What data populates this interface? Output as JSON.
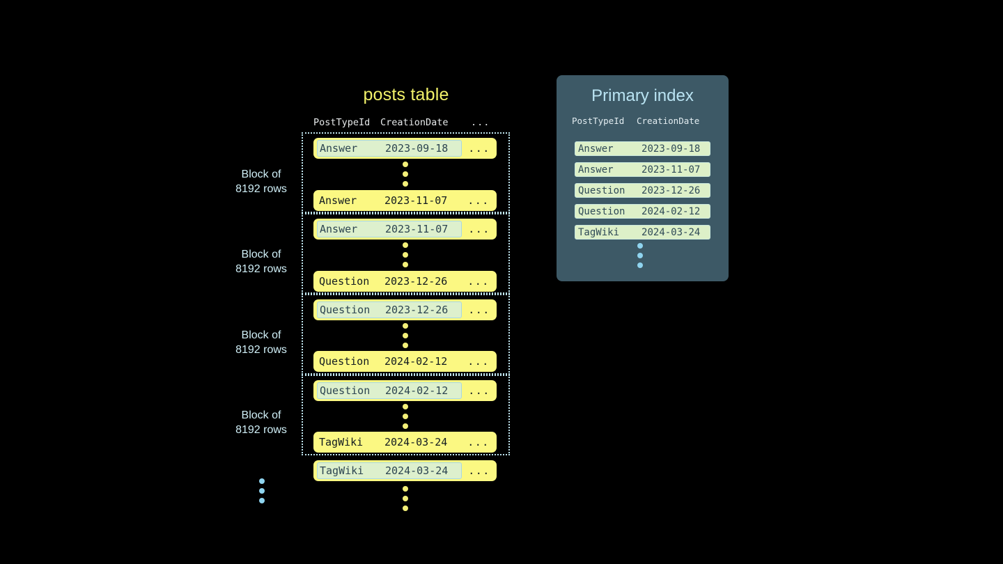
{
  "canvas": {
    "background": "#000000"
  },
  "posts_table": {
    "title": "posts table",
    "columns": {
      "type": "PostTypeId",
      "date": "CreationDate",
      "rest": "..."
    },
    "row_rest": "...",
    "block_label_line1": "Block of",
    "block_label_line2": "8192 rows",
    "blocks": [
      {
        "label": "Block of 8192 rows",
        "first_row": {
          "type": "Answer",
          "date": "2023-09-18",
          "rest": "...",
          "highlighted": true
        },
        "last_row": {
          "type": "Answer",
          "date": "2023-11-07",
          "rest": "...",
          "highlighted": false
        }
      },
      {
        "label": "Block of 8192 rows",
        "first_row": {
          "type": "Answer",
          "date": "2023-11-07",
          "rest": "...",
          "highlighted": true
        },
        "last_row": {
          "type": "Question",
          "date": "2023-12-26",
          "rest": "...",
          "highlighted": false
        }
      },
      {
        "label": "Block of 8192 rows",
        "first_row": {
          "type": "Question",
          "date": "2023-12-26",
          "rest": "...",
          "highlighted": true
        },
        "last_row": {
          "type": "Question",
          "date": "2024-02-12",
          "rest": "...",
          "highlighted": false
        }
      },
      {
        "label": "Block of 8192 rows",
        "first_row": {
          "type": "Question",
          "date": "2024-02-12",
          "rest": "...",
          "highlighted": true
        },
        "last_row": {
          "type": "TagWiki",
          "date": "2024-03-24",
          "rest": "...",
          "highlighted": false
        }
      }
    ],
    "trailing_row": {
      "type": "TagWiki",
      "date": "2024-03-24",
      "rest": "...",
      "highlighted": true
    }
  },
  "primary_index": {
    "title": "Primary index",
    "columns": {
      "type": "PostTypeId",
      "date": "CreationDate"
    },
    "rows": [
      {
        "type": "Answer",
        "date": "2023-09-18"
      },
      {
        "type": "Answer",
        "date": "2023-11-07"
      },
      {
        "type": "Question",
        "date": "2023-12-26"
      },
      {
        "type": "Question",
        "date": "2024-02-12"
      },
      {
        "type": "TagWiki",
        "date": "2024-03-24"
      }
    ]
  },
  "colors": {
    "background": "#000000",
    "row_yellow": "#fbf882",
    "highlight_green": "#ddf0cd",
    "highlight_border": "#a8d8e4",
    "block_border": "#bfe4ee",
    "label_blue": "#cfeef6",
    "title_yellow": "#f2f26a",
    "index_panel": "#3d5966",
    "index_title": "#b9e3f2",
    "index_row": "#ddf0c8",
    "dot_yellow": "#f3ef78",
    "dot_blue": "#8fd4ef"
  }
}
